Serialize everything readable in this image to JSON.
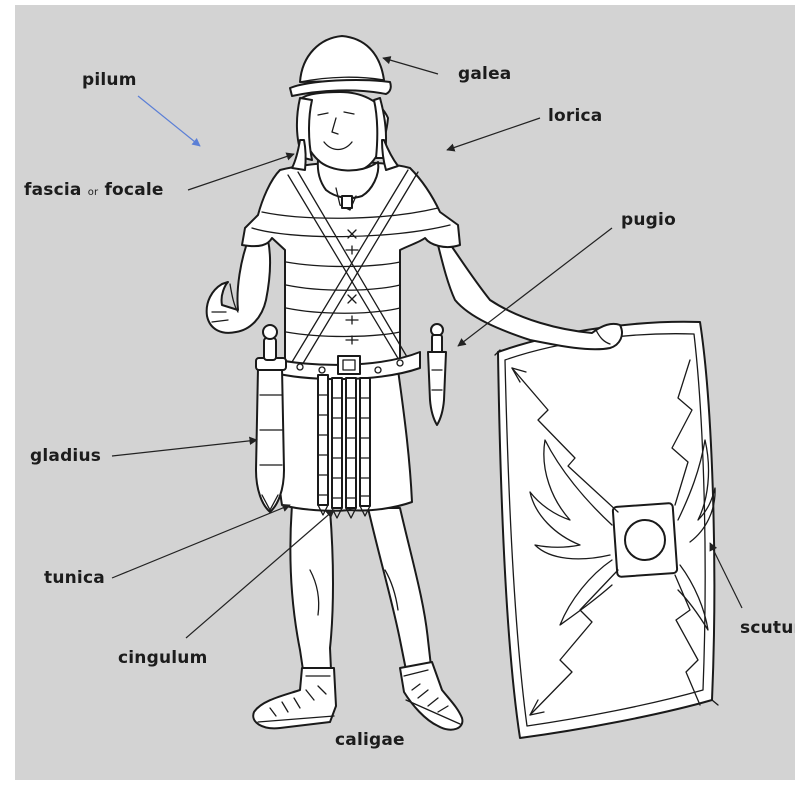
{
  "labels": {
    "pilum": "pilum",
    "galea": "galea",
    "lorica": "lorica",
    "fascia": "fascia",
    "fascia_or": "or",
    "focale": "focale",
    "pugio": "pugio",
    "gladius": "gladius",
    "tunica": "tunica",
    "cingulum": "cingulum",
    "caligae": "caligae",
    "scutum": "scutum"
  },
  "colors": {
    "background": "#d3d3d3",
    "ink": "#1a1a1a",
    "pilum_arrow": "#5b7fd6"
  }
}
